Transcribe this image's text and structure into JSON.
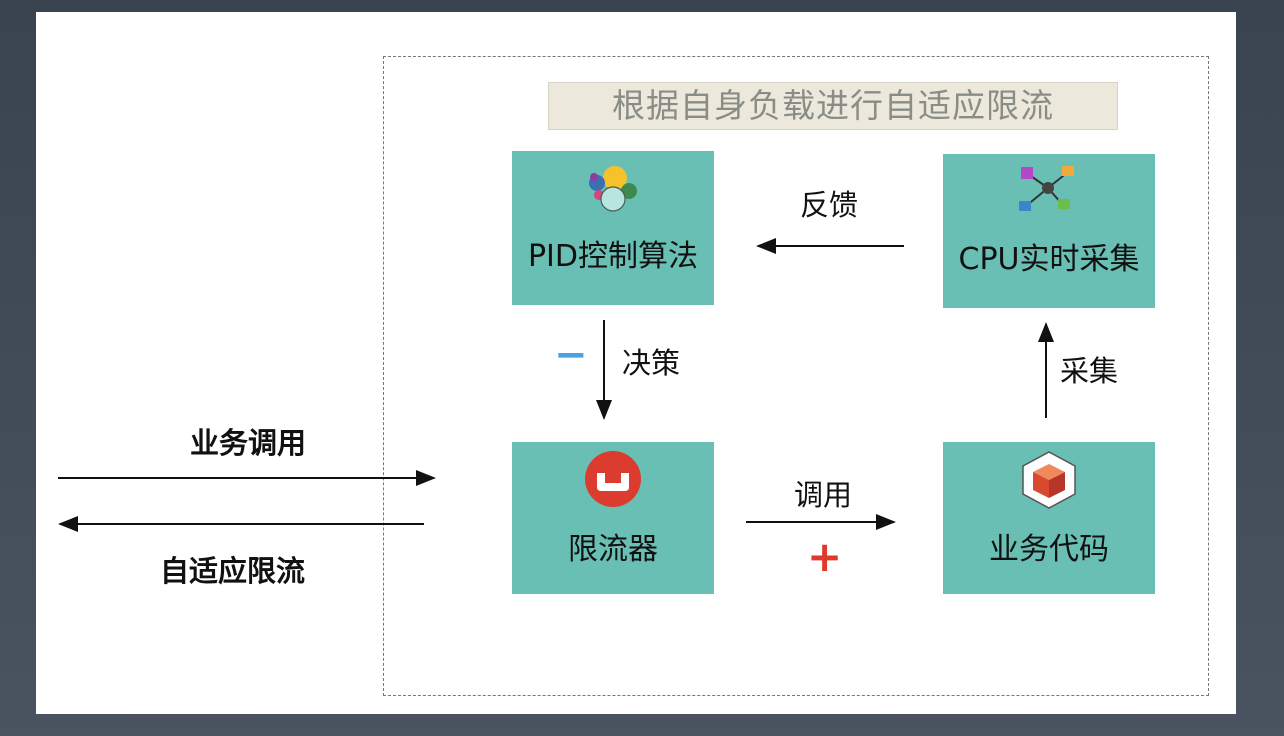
{
  "diagram": {
    "title": "根据自身负载进行自适应限流",
    "nodes": {
      "pid": {
        "label": "PID控制算法",
        "icon": "elastic-logo-icon"
      },
      "cpu": {
        "label": "CPU实时采集",
        "icon": "network-nodes-icon"
      },
      "limiter": {
        "label": "限流器",
        "icon": "bucket-logo-icon"
      },
      "business": {
        "label": "业务代码",
        "icon": "cube-box-icon"
      }
    },
    "edges": {
      "feedback": "反馈",
      "decision": "决策",
      "collect": "采集",
      "invoke": "调用",
      "business_call": "业务调用",
      "adaptive_limit": "自适应限流"
    },
    "signs": {
      "minus": "−",
      "plus": "+"
    },
    "colors": {
      "box": "#69bfb4",
      "banner": "#ece8dc",
      "minus": "#4aa3e0",
      "plus": "#e0382a"
    }
  }
}
